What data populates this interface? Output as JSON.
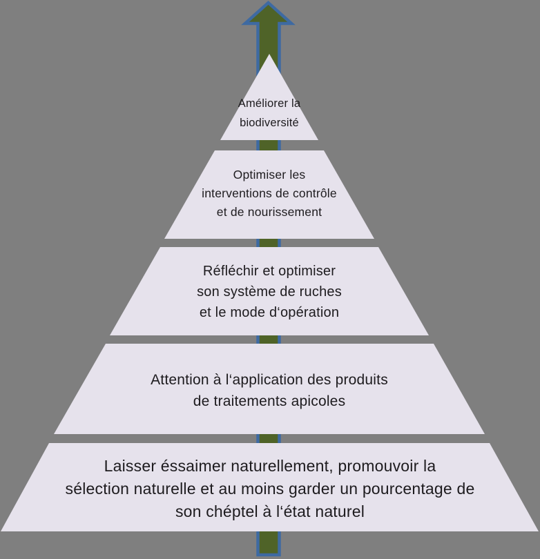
{
  "diagram": {
    "type": "pyramid",
    "level_count": 5,
    "arrow_direction": "up"
  },
  "colors": {
    "background": "#7f7f7f",
    "level_fill": "#e6e2ec",
    "arrow_fill": "#4f6328",
    "arrow_stroke": "#3e6aa2",
    "text": "#1d1b1e"
  },
  "levels": [
    {
      "lines": [
        "Améliorer la",
        "biodiversité"
      ]
    },
    {
      "lines": [
        "Optimiser les",
        "interventions de contrôle",
        "et de nourissement"
      ]
    },
    {
      "lines": [
        "Réfléchir et optimiser",
        "son système de ruches",
        "et le mode d‘opération"
      ]
    },
    {
      "lines": [
        "Attention à l‘application des produits",
        "de traitements apicoles"
      ]
    },
    {
      "lines": [
        "Laisser éssaimer naturellement, promouvoir la",
        "sélection naturelle et au moins garder un pourcentage de",
        "son chéptel à l‘état naturel"
      ]
    }
  ]
}
